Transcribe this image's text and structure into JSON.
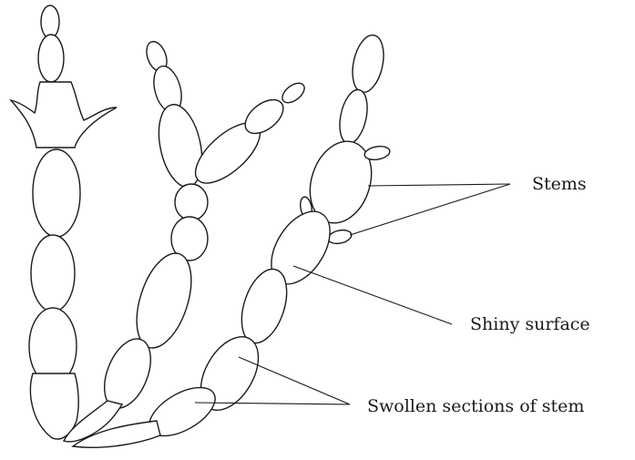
{
  "labels": {
    "stems": "Stems",
    "shiny_surface": "Shiny surface",
    "swollen_sections": "Swollen sections of stem"
  }
}
